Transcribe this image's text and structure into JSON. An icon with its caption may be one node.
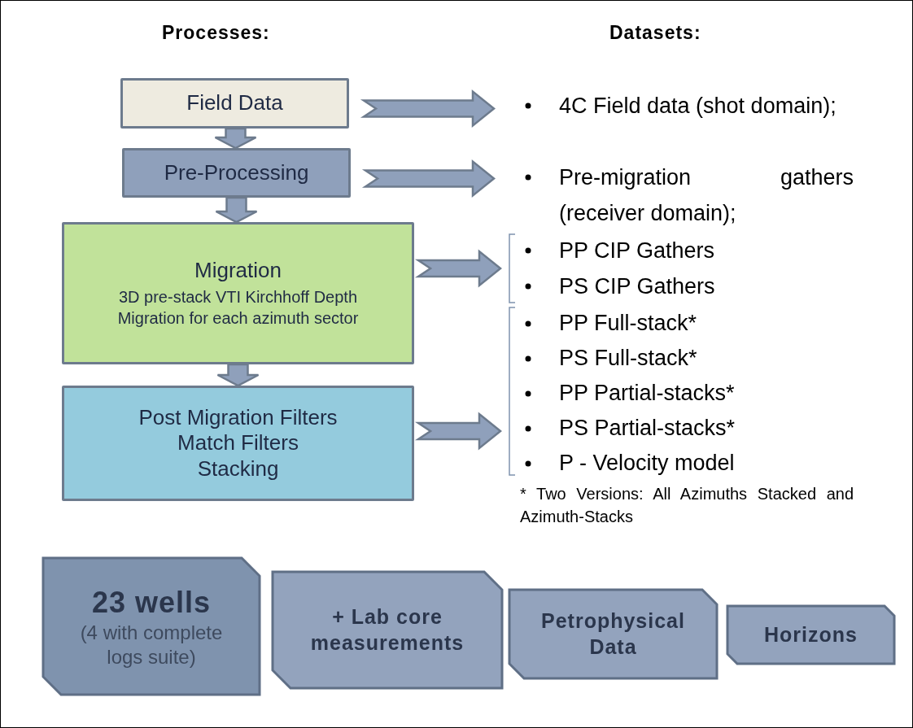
{
  "diagram": {
    "nodes": [
      {
        "text": [
          "Field Data"
        ]
      },
      {
        "text": [
          "Pre-Processing"
        ]
      },
      {
        "text": [
          "Migration",
          "3D pre-stack VTI Kirchhoff Depth Migration for each azimuth sector"
        ]
      },
      {
        "text": [
          "Post Migration Filters",
          "Match Filters",
          "Stacking"
        ]
      },
      {
        "text": [
          "4C Field data (shot domain);"
        ]
      },
      {
        "text": [
          "Pre-migration gathers (receiver domain);"
        ]
      },
      {
        "text": [
          "PP CIP Gathers",
          "PS CIP Gathers"
        ]
      },
      {
        "text": [
          "PP Full-stack*",
          "PS Full-stack*",
          "PP Partial-stacks*",
          "PS Partial-stacks*",
          "P - Velocity model"
        ]
      },
      {
        "text": [
          "23 wells",
          "(4 with complete logs suite)"
        ]
      },
      {
        "text": [
          "+ Lab core measurements"
        ]
      },
      {
        "text": [
          "Petrophysical Data"
        ]
      },
      {
        "text": [
          "Horizons"
        ]
      }
    ],
    "edges": [
      {
        "from": 0,
        "to": 1,
        "arrow": "to"
      },
      {
        "from": 1,
        "to": 2,
        "arrow": "to"
      },
      {
        "from": 2,
        "to": 3,
        "arrow": "to"
      },
      {
        "from": 0,
        "to": 4,
        "arrow": "to"
      },
      {
        "from": 1,
        "to": 5,
        "arrow": "to"
      },
      {
        "from": 2,
        "to": 6,
        "arrow": "to"
      },
      {
        "from": 3,
        "to": 7,
        "arrow": "to"
      }
    ],
    "labels": [
      "Processes:",
      "Datasets:",
      "* Two Versions: All Azimuths Stacked and Azimuth-Stacks"
    ]
  }
}
